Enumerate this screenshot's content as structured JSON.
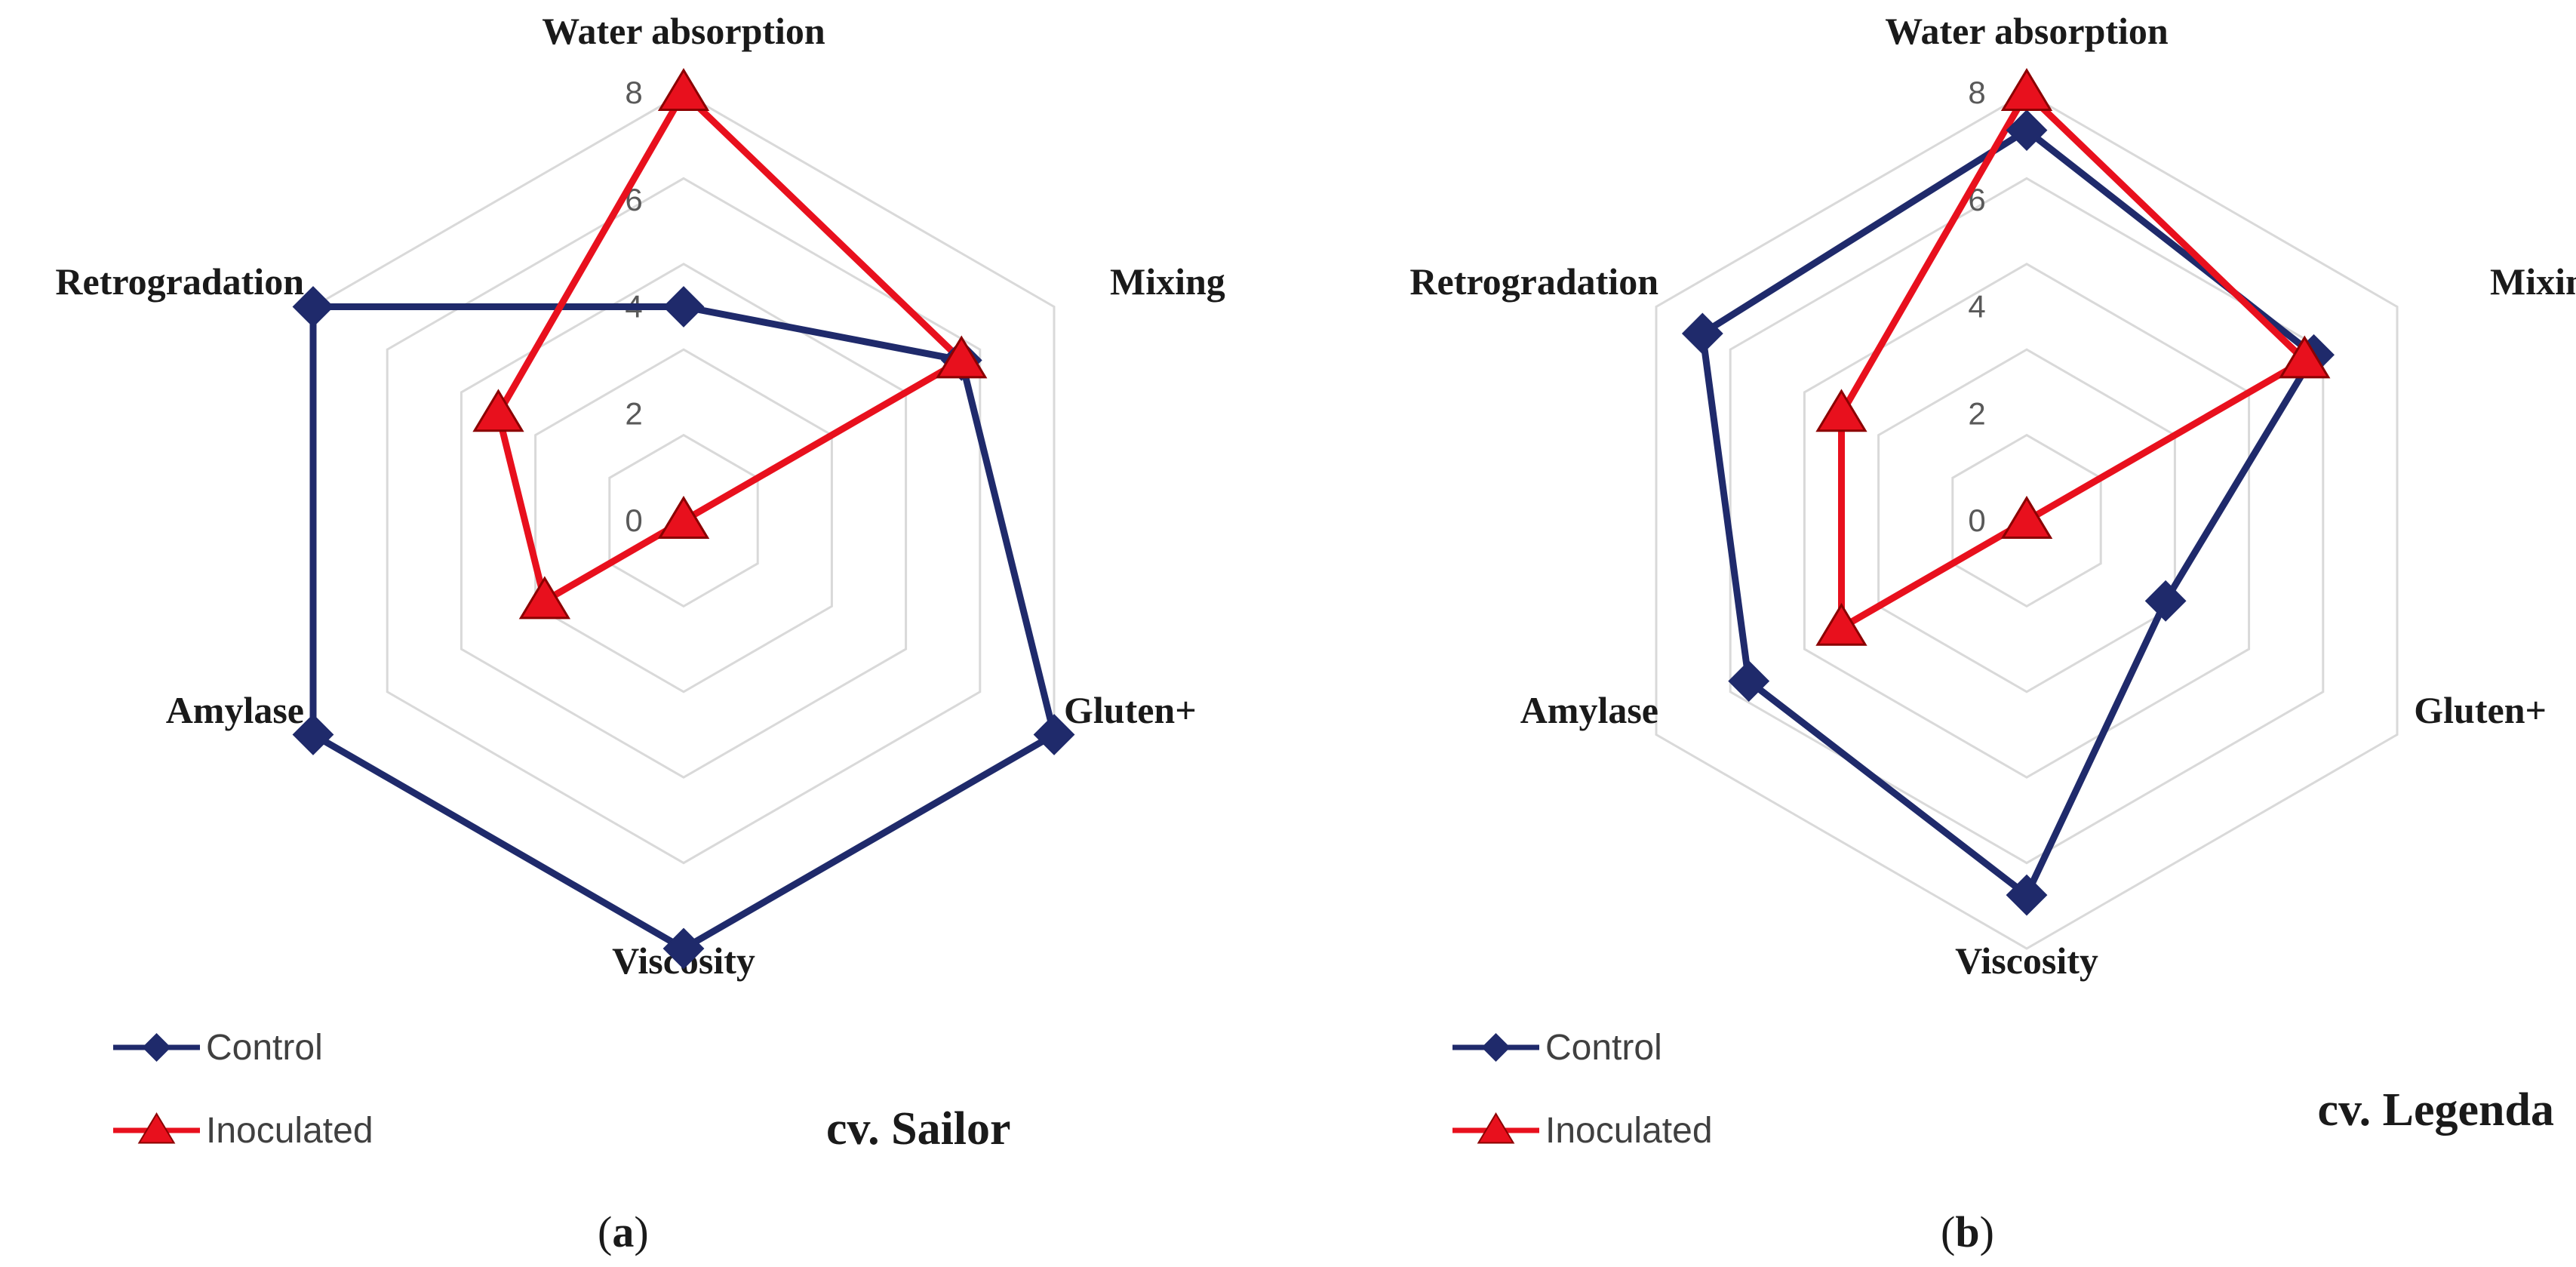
{
  "chart_data": [
    {
      "type": "radar",
      "panel_label": "(a)",
      "title": "cv. Sailor",
      "axes": [
        "Water absorption",
        "Mixing",
        "Gluten+",
        "Viscosity",
        "Amylase",
        "Retrogradation"
      ],
      "rlim": [
        0,
        8
      ],
      "ticks": [
        0,
        2,
        4,
        6,
        8
      ],
      "grid": true,
      "legend": "bottom-left",
      "series": [
        {
          "name": "Control",
          "color": "#1f2a6b",
          "marker": "diamond",
          "values": [
            4,
            6,
            8,
            8,
            8,
            8
          ]
        },
        {
          "name": "Inoculated",
          "color": "#e8101d",
          "marker": "triangle",
          "values": [
            8,
            6,
            0,
            0,
            3,
            4
          ]
        }
      ]
    },
    {
      "type": "radar",
      "panel_label": "(b)",
      "title": "cv. Legenda",
      "axes": [
        "Water absorption",
        "Mixing",
        "Gluten+",
        "Viscosity",
        "Amylase",
        "Retrogradation"
      ],
      "rlim": [
        0,
        8
      ],
      "ticks": [
        0,
        2,
        4,
        6,
        8
      ],
      "grid": true,
      "legend": "bottom-left",
      "series": [
        {
          "name": "Control",
          "color": "#1f2a6b",
          "marker": "diamond",
          "values": [
            7.3,
            6.2,
            3,
            7,
            6,
            7
          ]
        },
        {
          "name": "Inoculated",
          "color": "#e8101d",
          "marker": "triangle",
          "values": [
            8,
            6,
            0,
            0,
            4,
            4
          ]
        }
      ]
    }
  ]
}
